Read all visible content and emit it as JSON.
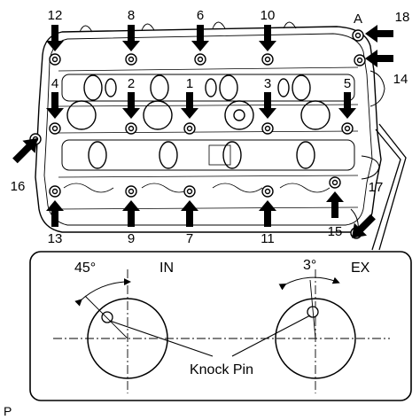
{
  "head_labels": {
    "top": [
      "12",
      "8",
      "6",
      "10",
      "A",
      "18"
    ],
    "upper_row": [
      "4",
      "2",
      "1",
      "3",
      "5",
      "14"
    ],
    "left": "16",
    "bottom": [
      "13",
      "9",
      "7",
      "11",
      "15",
      "17"
    ]
  },
  "detail": {
    "angle_in": "45°",
    "angle_ex": "3°",
    "label_in": "IN",
    "label_ex": "EX",
    "knock_pin": "Knock Pin"
  },
  "corner_mark": "P",
  "colors": {
    "ink": "#000000",
    "background": "#ffffff"
  }
}
